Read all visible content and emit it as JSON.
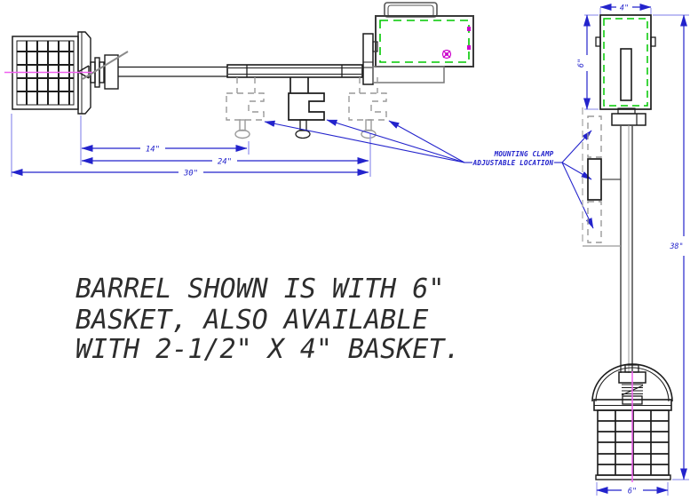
{
  "drawing": {
    "type": "CAD technical drawing, two views of a pole-mounted barrel/basket fixture",
    "dims": {
      "arm_14": "14\"",
      "arm_24": "24\"",
      "arm_30": "30\"",
      "housing_width": "4\"",
      "housing_height": "6\"",
      "overall_height": "38\"",
      "basket_width": "6\""
    },
    "callout": {
      "line1": "MOUNTING CLAMP",
      "line2": "ADJUSTABLE LOCATION"
    },
    "note": {
      "line1": "BARREL SHOWN IS WITH 6\"",
      "line2": "BASKET, ALSO AVAILABLE",
      "line3": "WITH 2-1/2\" X 4\" BASKET."
    },
    "colors": {
      "dimension_blue": "#2323cc",
      "extension_blue": "#9898ee",
      "outline_black": "#1c1c1c",
      "hidden_gray": "#999999",
      "part_gray": "#777777",
      "green_dashed": "#00c800",
      "centerline_magenta": "#f060f0",
      "symbol_magenta": "#cc00cc",
      "note_black": "#2d2d2d"
    }
  }
}
